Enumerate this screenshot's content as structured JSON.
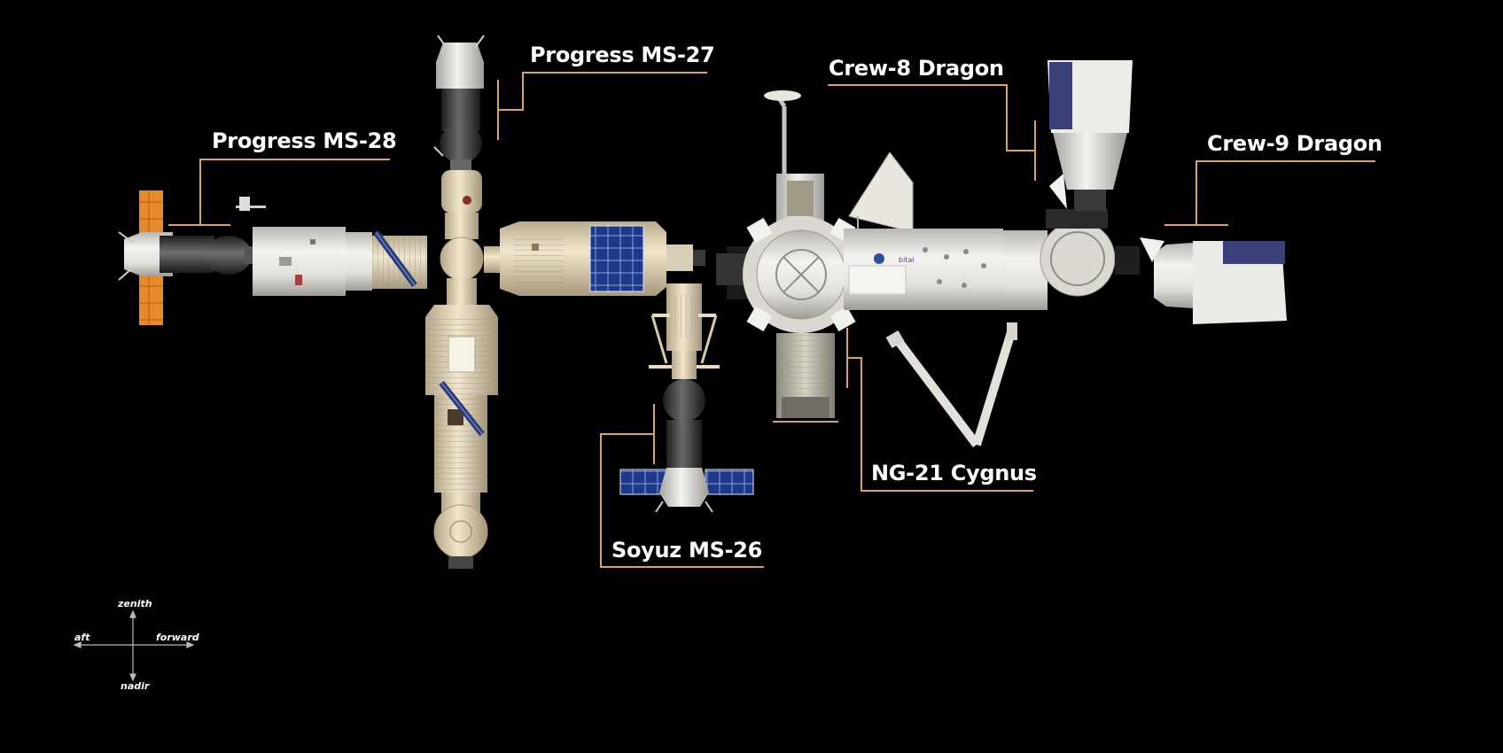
{
  "labels": {
    "progress_ms28": "Progress MS-28",
    "progress_ms27": "Progress MS-27",
    "crew8": "Crew-8 Dragon",
    "crew9": "Crew-9 Dragon",
    "soyuz_ms26": "Soyuz MS-26",
    "ng21": "NG-21 Cygnus"
  },
  "orientation": {
    "zenith": "zenith",
    "nadir": "nadir",
    "aft": "aft",
    "forward": "forward"
  },
  "colors": {
    "background": "#000000",
    "leader_line": "#d9a456",
    "module_white": "#e8e6e1",
    "module_cream": "#e9dcc0",
    "solar_orange": "#e8892e",
    "solar_blue": "#1d3a8a",
    "dragon_trunk_blue": "#3a3f7a"
  }
}
